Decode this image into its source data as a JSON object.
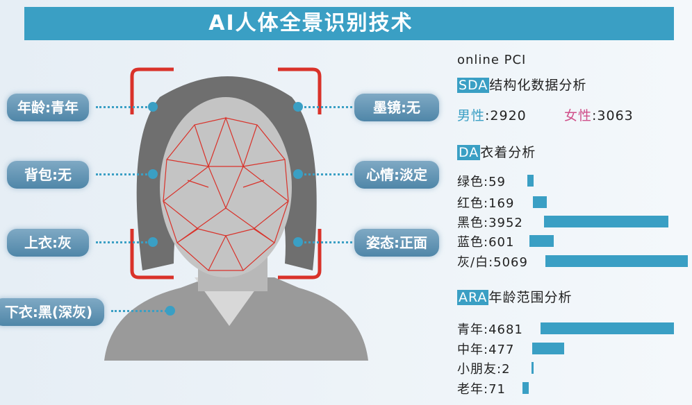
{
  "title": "AI人体全景识别技术",
  "left_labels": [
    "年龄:青年",
    "背包:无",
    "上衣:灰",
    "下衣:黑(深灰)"
  ],
  "right_labels": [
    "墨镜:无",
    "心情:淡定",
    "姿态:正面"
  ],
  "online": "online  PCI",
  "sda": {
    "tag": "SDA",
    "title": "结构化数据分析",
    "male_label": "男性",
    "male_value": ":2920",
    "female_label": "女性",
    "female_value": ":3063"
  },
  "da": {
    "tag": "DA",
    "title": "衣着分析",
    "items": [
      {
        "label": "绿色:59",
        "value": 59
      },
      {
        "label": "红色:169",
        "value": 169
      },
      {
        "label": "黑色:3952",
        "value": 3952
      },
      {
        "label": "蓝色:601",
        "value": 601
      },
      {
        "label": "灰/白:5069",
        "value": 5069
      }
    ]
  },
  "ara": {
    "tag": "ARA",
    "title": "年龄范围分析",
    "items": [
      {
        "label": "青年:4681",
        "value": 4681
      },
      {
        "label": "中年:477",
        "value": 477
      },
      {
        "label": "小朋友:2",
        "value": 2
      },
      {
        "label": "老年:71",
        "value": 71
      }
    ]
  },
  "colors": {
    "accent": "#3a9fc4",
    "male": "#3a9fc4",
    "female": "#d0508a",
    "bracket": "#d9322a"
  }
}
